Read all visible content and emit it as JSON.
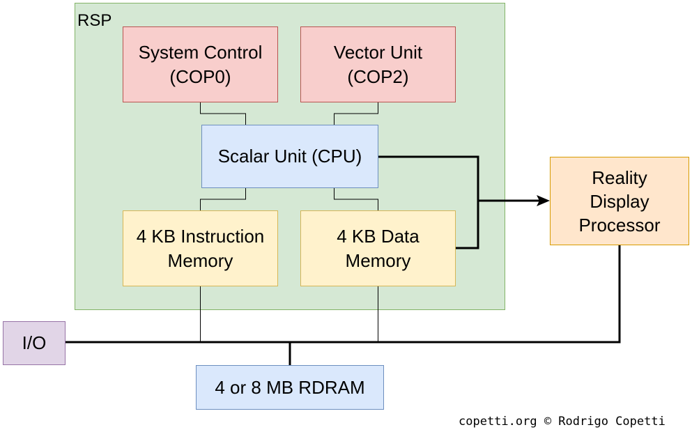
{
  "rsp": {
    "label": "RSP"
  },
  "boxes": {
    "system_control": "System Control\n(COP0)",
    "vector_unit": "Vector Unit\n(COP2)",
    "scalar_unit": "Scalar Unit (CPU)",
    "instruction_memory": "4 KB Instruction\nMemory",
    "data_memory": "4 KB Data\nMemory",
    "rdp": "Reality\nDisplay\nProcessor",
    "io": "I/O",
    "rdram": "4 or 8 MB RDRAM"
  },
  "credit": "copetti.org © Rodrigo Copetti",
  "colors": {
    "rsp_fill": "#d5e8d4",
    "red_fill": "#f8cecc",
    "blue_fill": "#dae8fc",
    "yellow_fill": "#fff2cc",
    "orange_fill": "#ffe6cc",
    "purple_fill": "#e1d5e7"
  }
}
